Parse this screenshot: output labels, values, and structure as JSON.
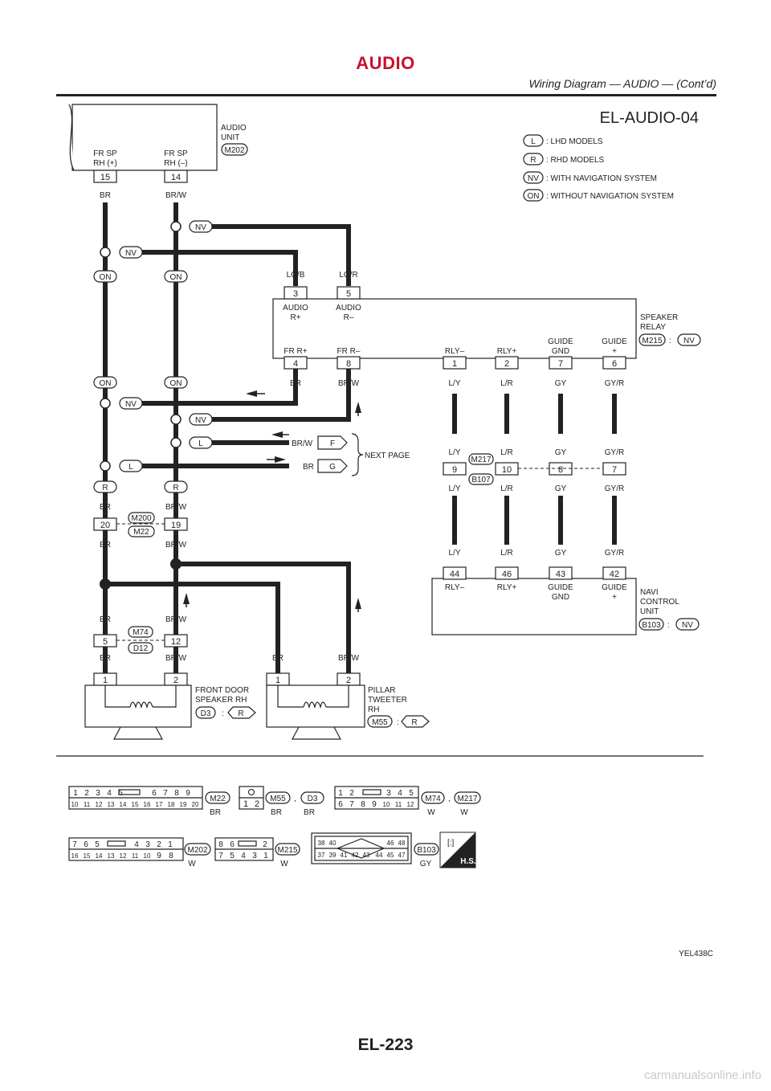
{
  "header": {
    "title": "AUDIO",
    "subtitle": "Wiring Diagram — AUDIO — (Cont’d)"
  },
  "diagram_id": "EL-AUDIO-04",
  "legend": [
    {
      "tag": "L",
      "text": ": LHD MODELS"
    },
    {
      "tag": "R",
      "text": ": RHD MODELS"
    },
    {
      "tag": "NV",
      "text": ": WITH NAVIGATION SYSTEM"
    },
    {
      "tag": "ON",
      "text": ": WITHOUT NAVIGATION SYSTEM"
    }
  ],
  "audio_unit": {
    "name_line1": "AUDIO",
    "name_line2": "UNIT",
    "connector": "M202",
    "pin15_label1": "FR SP",
    "pin15_label2": "RH (+)",
    "pin14_label1": "FR SP",
    "pin14_label2": "RH (–)",
    "pin15": "15",
    "pin14": "14"
  },
  "speaker_relay": {
    "name_line1": "SPEAKER",
    "name_line2": "RELAY",
    "connector": "M215",
    "condition": "NV",
    "colon": ":",
    "top_pins": [
      {
        "pin": "3",
        "wire": "LG/B",
        "label1": "AUDIO",
        "label2": "R+"
      },
      {
        "pin": "5",
        "wire": "LG/R",
        "label1": "AUDIO",
        "label2": "R–"
      }
    ],
    "bottom_pins": [
      {
        "pin": "4",
        "wire": "BR",
        "label1": "FR R+",
        "label2": ""
      },
      {
        "pin": "8",
        "wire": "BR/W",
        "label1": "FR R–",
        "label2": ""
      },
      {
        "pin": "1",
        "wire": "L/Y",
        "label1": "RLY–",
        "label2": ""
      },
      {
        "pin": "2",
        "wire": "L/R",
        "label1": "RLY+",
        "label2": ""
      },
      {
        "pin": "7",
        "wire": "GY",
        "label1": "GUIDE",
        "label2": "GND"
      },
      {
        "pin": "6",
        "wire": "GY/R",
        "label1": "GUIDE",
        "label2": "+"
      }
    ]
  },
  "branch_tags": {
    "nv1": "NV",
    "nv2": "NV",
    "on1": "ON",
    "on2": "ON",
    "on3": "ON",
    "on4": "ON",
    "nv3": "NV",
    "nv4": "NV",
    "l1": "L",
    "l2": "L",
    "r1": "R",
    "r2": "R"
  },
  "next_page": {
    "label": "NEXT PAGE",
    "lines": [
      {
        "wire": "BR/W",
        "tag": "F"
      },
      {
        "wire": "BR",
        "tag": "G"
      }
    ]
  },
  "inline_connectors": {
    "m200": {
      "top": "M200",
      "bottom": "M22",
      "pins": [
        "20",
        "19"
      ],
      "wires_top": [
        "BR",
        "BR/W"
      ],
      "wires_bottom": [
        "BR",
        "BR/W"
      ]
    },
    "m217": {
      "top": "M217",
      "bottom": "B107",
      "pins": [
        "9",
        "10",
        "8",
        "7"
      ],
      "wires_top": [
        "L/Y",
        "L/R",
        "GY",
        "GY/R"
      ],
      "wires_bottom": [
        "L/Y",
        "L/R",
        "GY",
        "GY/R"
      ]
    },
    "m74": {
      "top": "M74",
      "bottom": "D12",
      "pins": [
        "5",
        "12"
      ],
      "wires_top": [
        "BR",
        "BR/W"
      ],
      "wires_bottom": [
        "BR",
        "BR/W"
      ]
    }
  },
  "navi_unit": {
    "name_line1": "NAVI",
    "name_line2": "CONTROL",
    "name_line3": "UNIT",
    "connector": "B103",
    "condition": "NV",
    "colon": ":",
    "pins": [
      {
        "pin": "44",
        "wire": "L/Y",
        "label1": "RLY–",
        "label2": ""
      },
      {
        "pin": "46",
        "wire": "L/R",
        "label1": "RLY+",
        "label2": ""
      },
      {
        "pin": "43",
        "wire": "GY",
        "label1": "GUIDE",
        "label2": "GND"
      },
      {
        "pin": "42",
        "wire": "GY/R",
        "label1": "GUIDE",
        "label2": "+"
      }
    ]
  },
  "front_door_speaker": {
    "name_line1": "FRONT DOOR",
    "name_line2": "SPEAKER RH",
    "connector": "D3",
    "condition": "R",
    "colon": ":",
    "pins": [
      "1",
      "2"
    ],
    "wires": [
      "BR",
      "BR/W"
    ]
  },
  "pillar_tweeter": {
    "name_line1": "PILLAR",
    "name_line2": "TWEETER",
    "name_line3": "RH",
    "connector": "M55",
    "condition": "R",
    "colon": ":",
    "pins": [
      "1",
      "2"
    ],
    "wires": [
      "BR",
      "BR/W"
    ]
  },
  "connector_faces": {
    "row1": [
      {
        "pins_top": [
          "1",
          "2",
          "3",
          "4",
          "5",
          "6",
          "7",
          "8",
          "9"
        ],
        "pins_bottom": [
          "10",
          "11",
          "12",
          "13",
          "14",
          "15",
          "16",
          "17",
          "18",
          "19",
          "20"
        ],
        "ids": [
          "M22"
        ],
        "color": "BR"
      },
      {
        "pins_top": [],
        "pins_bottom": [
          "1",
          "2"
        ],
        "ids": [
          "M55",
          "D3"
        ],
        "color": "BR",
        "color2": "BR",
        "sep": ","
      },
      {
        "pins_top": [
          "1",
          "2",
          "3",
          "4",
          "5"
        ],
        "pins_bottom": [
          "6",
          "7",
          "8",
          "9",
          "10",
          "11",
          "12"
        ],
        "ids": [
          "M74",
          "M217"
        ],
        "color": "W",
        "color2": "W",
        "sep": ","
      }
    ],
    "row2": [
      {
        "pins_top": [
          "7",
          "6",
          "5",
          "4",
          "3",
          "2",
          "1"
        ],
        "pins_bottom": [
          "16",
          "15",
          "14",
          "13",
          "12",
          "11",
          "10",
          "9",
          "8"
        ],
        "ids": [
          "M202"
        ],
        "color": "W"
      },
      {
        "pins_top": [
          "8",
          "6",
          "2"
        ],
        "pins_bottom": [
          "7",
          "5",
          "4",
          "3",
          "1"
        ],
        "ids": [
          "M215"
        ],
        "color": "W"
      },
      {
        "pins_top": [
          "38",
          "40",
          "46",
          "48"
        ],
        "pins_bottom": [
          "37",
          "39",
          "41",
          "42",
          "43",
          "44",
          "45",
          "47"
        ],
        "ids": [
          "B103"
        ],
        "color": "GY"
      }
    ],
    "hs_badge": "H.S."
  },
  "figure_code": "YEL438C",
  "page_number": "EL-223",
  "watermark": "carmanualsonline.info"
}
